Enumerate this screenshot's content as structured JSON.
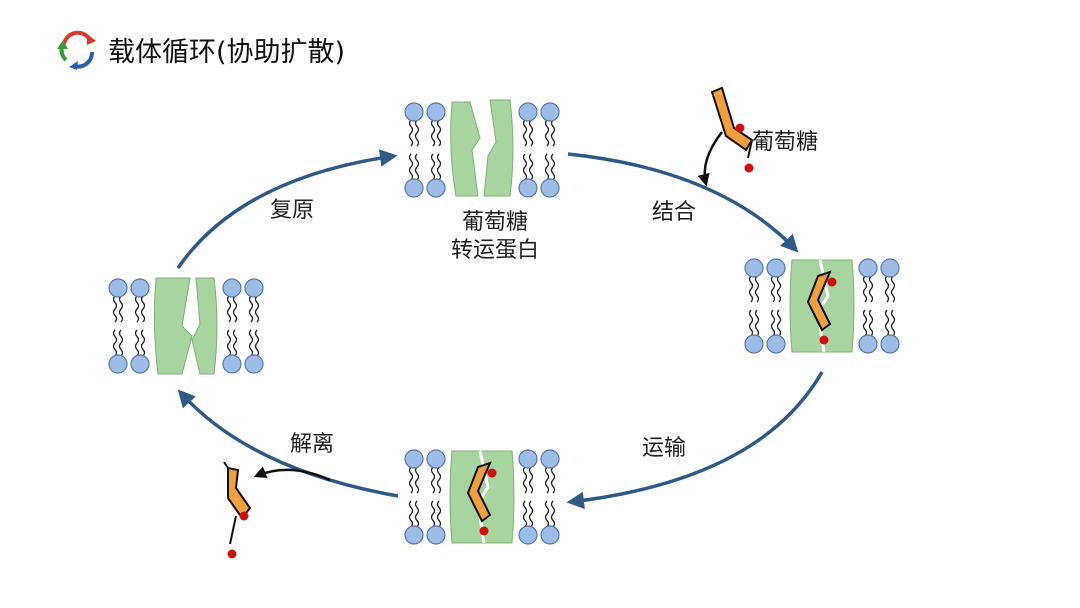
{
  "title": "载体循环(协助扩散)",
  "nodes": {
    "top_label_line1": "葡萄糖",
    "top_label_line2": "转运蛋白"
  },
  "steps": {
    "bind": "结合",
    "transport": "运输",
    "release": "解离",
    "restore": "复原"
  },
  "molecule_label": "葡萄糖",
  "colors": {
    "arrow": "#2f5a86",
    "protein": "#a8d4a0",
    "lipid_head": "#9dbde6",
    "glucose": "#f0a040",
    "glucose_dot": "#cc1111"
  }
}
